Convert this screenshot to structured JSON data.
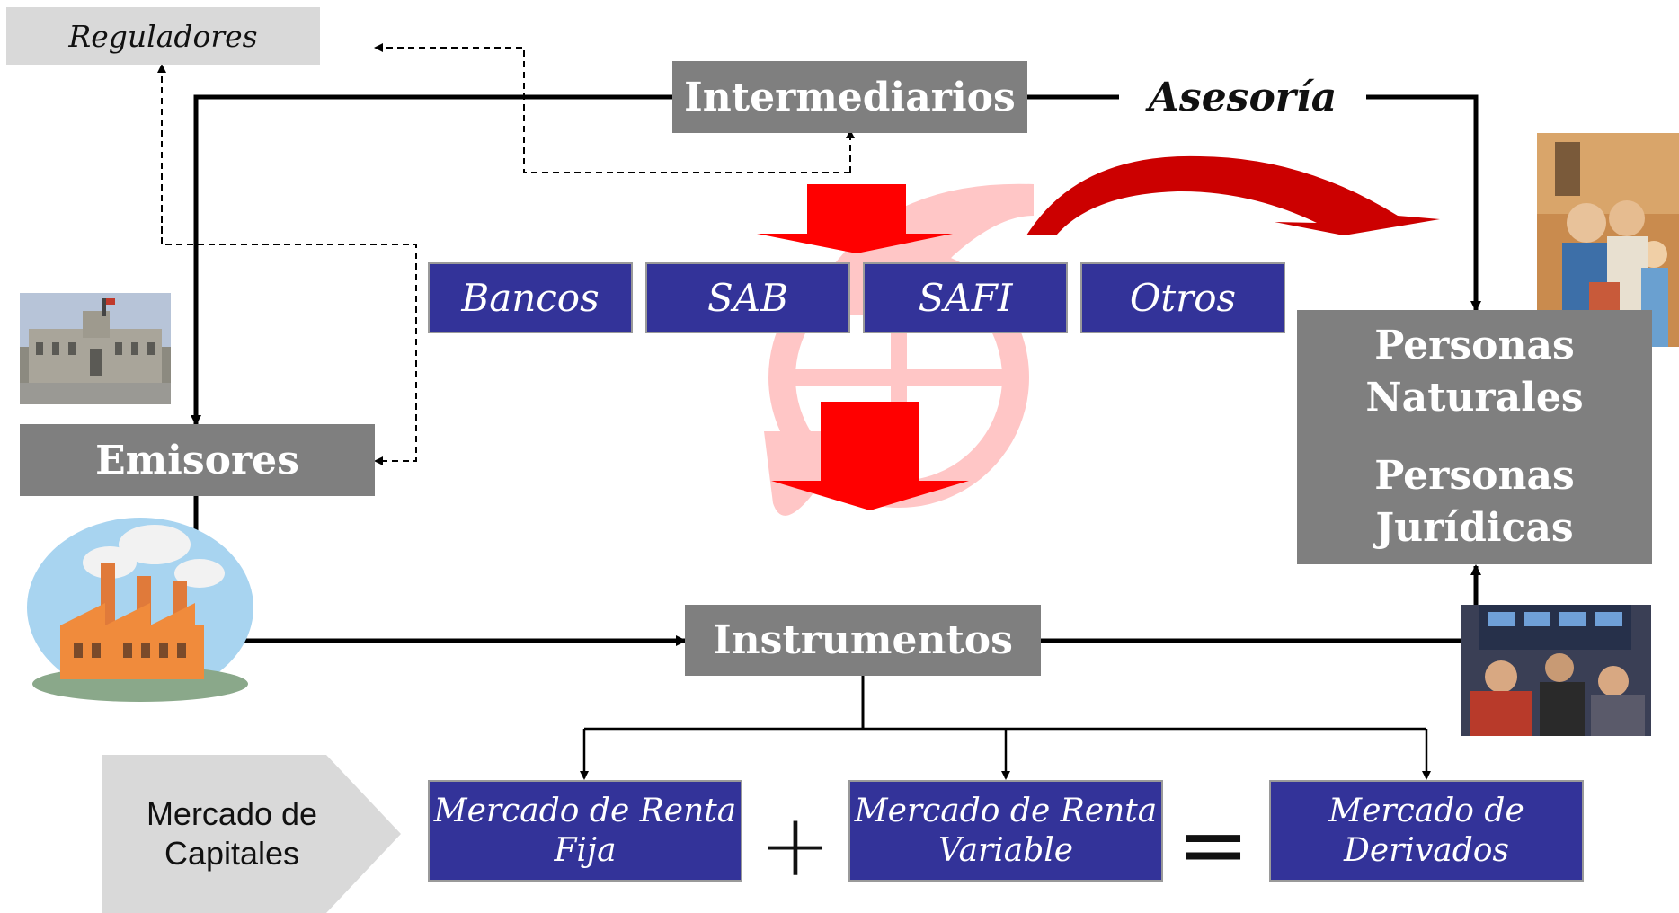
{
  "regulators": {
    "label": "Reguladores"
  },
  "intermediaries": {
    "label": "Intermediarios"
  },
  "advisory": {
    "label": "Asesoría"
  },
  "intermediary_types": [
    {
      "label": "Bancos"
    },
    {
      "label": "SAB"
    },
    {
      "label": "SAFI"
    },
    {
      "label": "Otros"
    }
  ],
  "issuers": {
    "label": "Emisores"
  },
  "investors": {
    "natural_line1": "Personas",
    "natural_line2": "Naturales",
    "juridical_line1": "Personas",
    "juridical_line2": "Jurídicas"
  },
  "instruments": {
    "label": "Instrumentos"
  },
  "capital_market": {
    "line1": "Mercado de",
    "line2": "Capitales"
  },
  "markets": [
    {
      "line1": "Mercado de Renta",
      "line2": "Fija"
    },
    {
      "line1": "Mercado de Renta",
      "line2": "Variable"
    },
    {
      "line1": "Mercado de",
      "line2": "Derivados"
    }
  ],
  "operators": {
    "plus": "+",
    "equals": "="
  },
  "colors": {
    "gray_box": "#7f7f7f",
    "blue_box": "#333399",
    "red_arrow": "#ff0000",
    "label_bg": "#d9d9d9"
  },
  "images": [
    {
      "name": "government-palace-photo"
    },
    {
      "name": "factory-clipart"
    },
    {
      "name": "family-photo"
    },
    {
      "name": "stock-exchange-photo"
    },
    {
      "name": "watermark-logo"
    }
  ]
}
